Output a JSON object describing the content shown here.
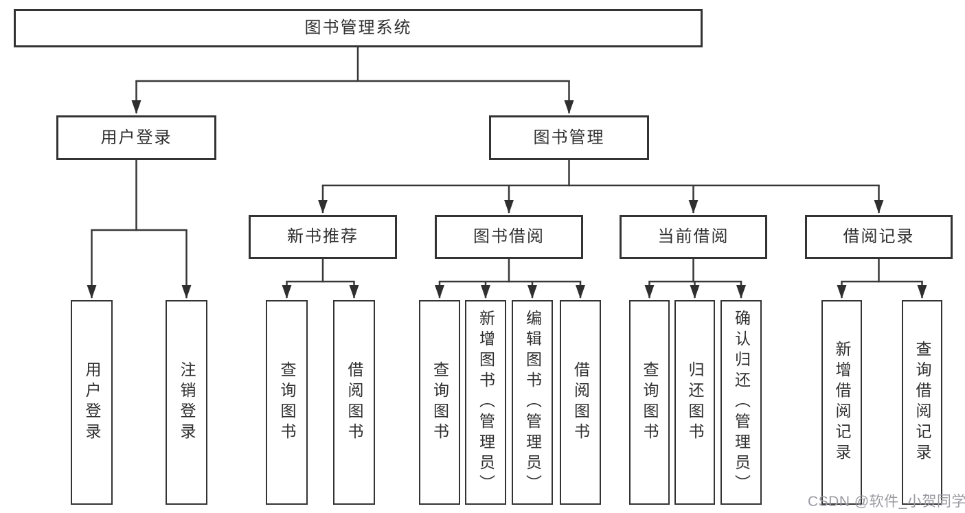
{
  "tree": {
    "root": {
      "label": "图书管理系统",
      "children": [
        {
          "label": "用户登录",
          "children": [
            {
              "label": "用户登录"
            },
            {
              "label": "注销登录"
            }
          ]
        },
        {
          "label": "图书管理",
          "children": [
            {
              "label": "新书推荐",
              "children": [
                {
                  "label": "查询图书"
                },
                {
                  "label": "借阅图书"
                }
              ]
            },
            {
              "label": "图书借阅",
              "children": [
                {
                  "label": "查询图书"
                },
                {
                  "label": "新增图书（管理员）"
                },
                {
                  "label": "编辑图书（管理员）"
                },
                {
                  "label": "借阅图书"
                }
              ]
            },
            {
              "label": "当前借阅",
              "children": [
                {
                  "label": "查询图书"
                },
                {
                  "label": "归还图书"
                },
                {
                  "label": "确认归还（管理员）"
                }
              ]
            },
            {
              "label": "借阅记录",
              "children": [
                {
                  "label": "新增借阅记录"
                },
                {
                  "label": "查询借阅记录"
                }
              ]
            }
          ]
        }
      ]
    }
  },
  "watermark": {
    "text": "CSDN @软件_小贺同学"
  },
  "colors": {
    "line": "#383838",
    "box_border": "#333333",
    "text": "#2f2f2f",
    "watermark": "#9a9aa2",
    "background": "#ffffff"
  }
}
